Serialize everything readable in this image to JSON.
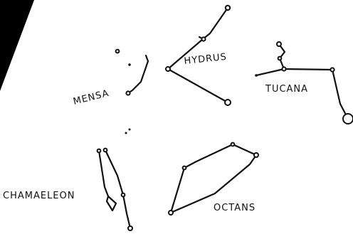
{
  "labels": {
    "hydrus": "HYDRUS",
    "mensa": "MENSA",
    "tucana": "TUCANA",
    "chamaeleon": "CHAMAELEON",
    "octans": "OCTANS"
  },
  "colors": {
    "ink": "#111111",
    "corner_wedge": "#000000",
    "background": "#ffffff"
  }
}
